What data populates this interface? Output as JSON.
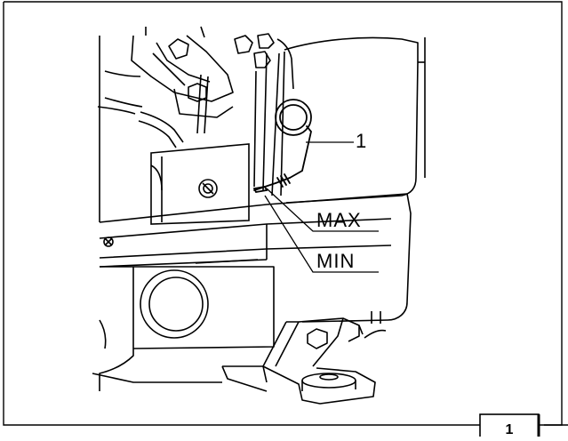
{
  "diagram": {
    "callout_number": "1",
    "max_label": "MAX",
    "min_label": "MIN",
    "figure_number": "1"
  },
  "colors": {
    "ink": "#000000",
    "paper": "#ffffff"
  }
}
